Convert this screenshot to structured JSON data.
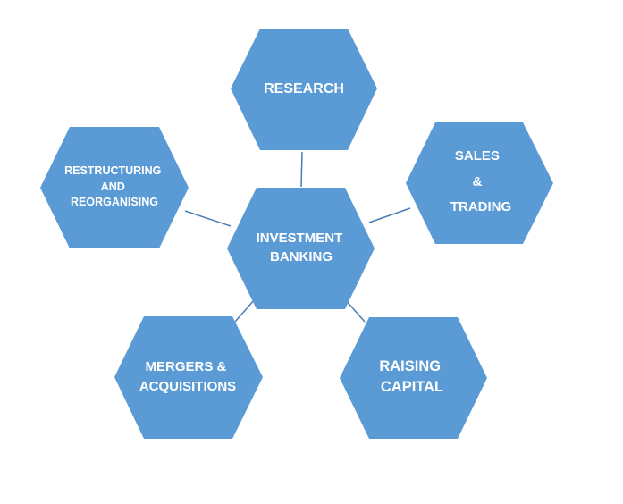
{
  "nodes": {
    "center": {
      "lines": [
        "INVESTMENT",
        "BANKING"
      ]
    },
    "research": {
      "lines": [
        "RESEARCH"
      ]
    },
    "sales_trading": {
      "lines": [
        "SALES",
        "&",
        "TRADING"
      ]
    },
    "raising_capital": {
      "lines": [
        "RAISING",
        "CAPITAL"
      ]
    },
    "mergers_acquisitions": {
      "lines": [
        "MERGERS &",
        "ACQUISITIONS"
      ]
    },
    "restructuring": {
      "lines": [
        "RESTRUCTURING",
        "AND",
        "REORGANISING"
      ]
    }
  },
  "colors": {
    "hex_fill": "#5b9bd5",
    "connector": "#4a7db5",
    "text": "#ffffff"
  }
}
